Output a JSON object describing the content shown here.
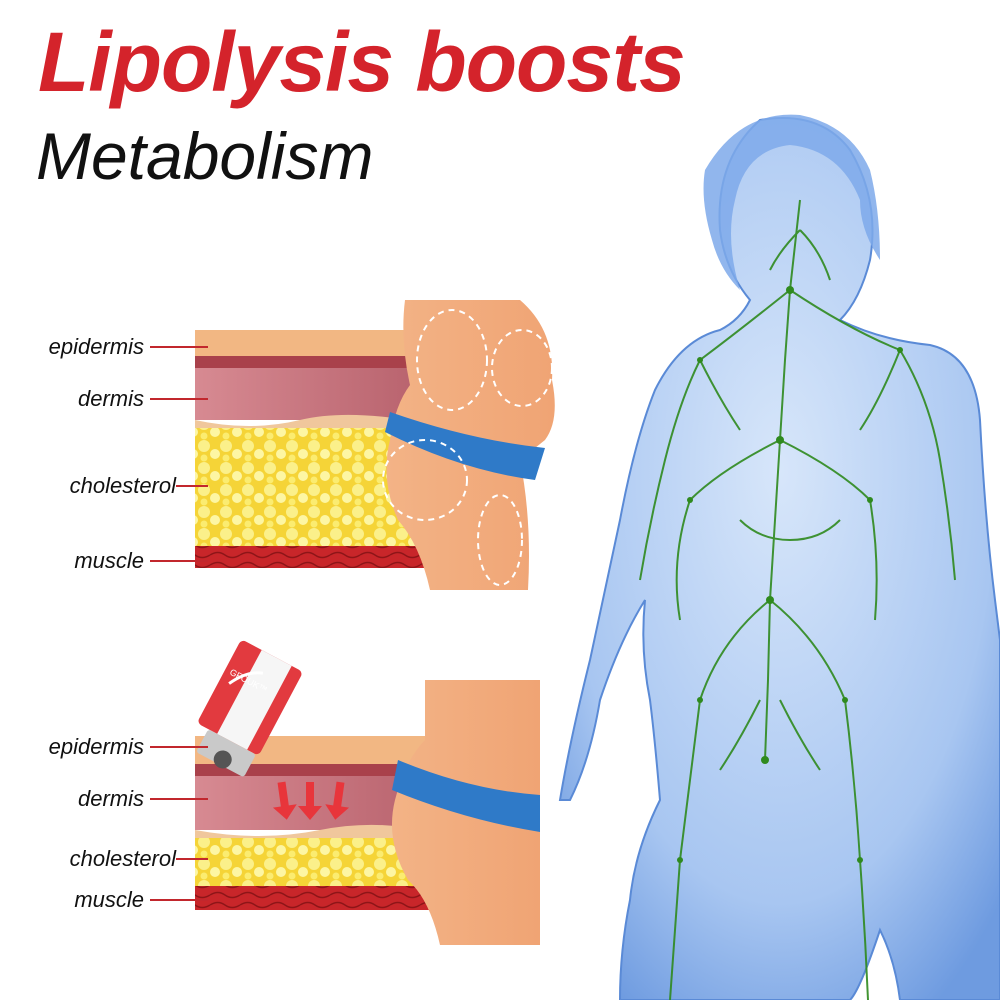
{
  "title": {
    "line1": "Lipolysis boosts",
    "line2": "Metabolism"
  },
  "panel_before": {
    "labels": [
      "epidermis",
      "dermis",
      "cholesterol",
      "muscle"
    ]
  },
  "panel_after": {
    "labels": [
      "epidermis",
      "dermis",
      "cholesterol",
      "muscle"
    ],
    "product_brand": "GFOUK™"
  },
  "colors": {
    "title_red": "#d4232b",
    "epidermis": "#f2b783",
    "dermis": "#c9727a",
    "fat": "#f8e24a",
    "muscle": "#c2272d",
    "band": "#2f7ac8",
    "lymph": "#2f8a1e",
    "body": "#8fb8ec"
  }
}
